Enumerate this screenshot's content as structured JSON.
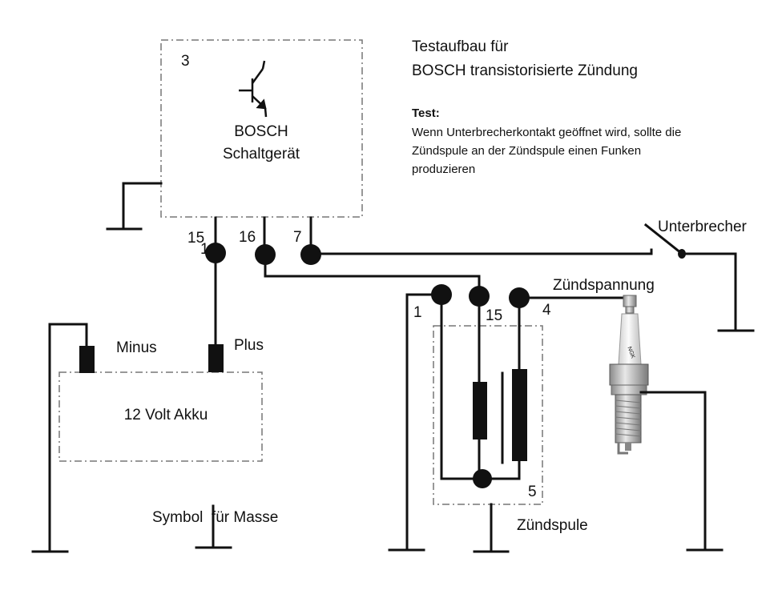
{
  "title": {
    "line1": "Testaufbau für",
    "line2": "BOSCH transistorisierte Zündung"
  },
  "test": {
    "heading": "Test:",
    "line1": "Wenn Unterbrecherkontakt geöffnet wird, sollte die",
    "line2": "Zündspule an der Zündspule einen Funken",
    "line3": "produzieren"
  },
  "control_unit": {
    "number": "3",
    "name_line1": "BOSCH",
    "name_line2": "Schaltgerät",
    "pins": [
      "15",
      "16",
      "7"
    ],
    "pin15_extra": "1"
  },
  "breaker": {
    "label": "Unterbrecher"
  },
  "ignition_voltage": {
    "label": "Zündspannung"
  },
  "battery": {
    "label": "12 Volt Akku",
    "minus": "Minus",
    "plus": "Plus"
  },
  "coil": {
    "label": "Zündspule",
    "number": "5",
    "terminals": [
      "1",
      "15",
      "4"
    ]
  },
  "ground_symbol": {
    "label": "Symbol  für Masse"
  },
  "spark_plug": {
    "brand_text": "NGK"
  }
}
